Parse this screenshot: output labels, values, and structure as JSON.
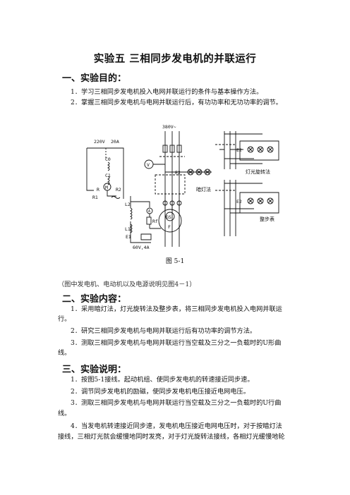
{
  "title": "实验五  三相同步发电机的并联运行",
  "section1": {
    "heading": "一、实验目的：",
    "items": [
      "1．学习三相同步发电机投入电网并联运行的条件与基本操作方法。",
      "2．掌握三相同步发电机与电网并联运行后，有功功率和无功功率的调节。"
    ]
  },
  "figure": {
    "labels": {
      "v380": "380V~",
      "v220": "220V",
      "a20": "20A",
      "c0": "C0",
      "c1": "C1",
      "m": "M",
      "r": "R",
      "r1": "R1",
      "r2": "R2",
      "l2": "L2",
      "l1": "L1",
      "e1": "E1",
      "v": "V",
      "a": "A",
      "rf": "Rf",
      "v60": "60V,4A",
      "gs": "GS",
      "f": "F",
      "dark": "暗灯法",
      "rotate": "灯光旋转法",
      "sync": "整步表"
    },
    "caption": "图 5-1"
  },
  "note": "（图中发电机、电动机以及电源说明见图4－1）",
  "section2": {
    "heading": "二、实验内容：",
    "items": [
      {
        "l1": "1．采用暗灯法，灯光旋转法及整步表，将三相同步发电机投入电网并联运",
        "l2": "行。"
      },
      {
        "l1": "2．研究三相同步发电机与电网并联运行后有功功率的调节方法。",
        "l2": ""
      },
      {
        "l1": "3．测取三相同步发电机与电网并联运行当空载及三分之一负载时的U形曲",
        "l2": "线。"
      }
    ]
  },
  "section3": {
    "heading": "三、实验说明：",
    "items": [
      {
        "l1": "1．按图5-1接线。起动机组、使同步发电机的转速接近同步速。",
        "l2": ""
      },
      {
        "l1": "2．调节同步发电机的励磁，使同步发电机电压接近电网电压。",
        "l2": ""
      },
      {
        "l1": "3．测取三相同步发电机与电网并联运行当空载及三分之一负载时的U行曲",
        "l2": "线。"
      },
      {
        "l1": "4．当发电机转速接近同步速，发电机电压接近电网电压时，对于按暗灯法",
        "l2": "接线，三相灯光就会缓慢地同时发亮，对于灯光旋转法接线，各相灯光缓慢地轮"
      }
    ]
  }
}
